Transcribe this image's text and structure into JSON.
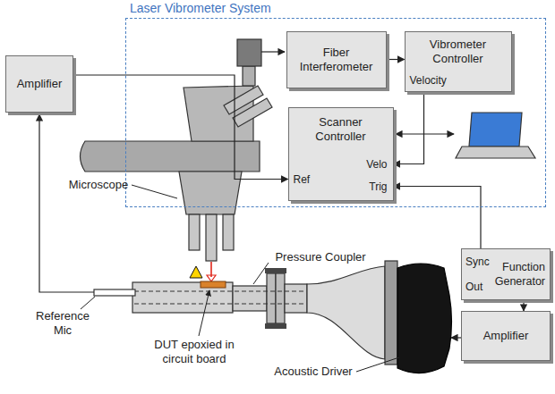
{
  "diagram": {
    "nodes": [
      {
        "text": [
          "Laser Vibrometer System"
        ]
      },
      {
        "text": [
          "Fiber Interferometer"
        ],
        "in": 0
      },
      {
        "text": [
          "Vibrometer Controller",
          "Velocity"
        ],
        "in": 0
      },
      {
        "text": [
          "Amplifier"
        ]
      },
      {
        "text": [
          "Scanner Controller",
          "Ref",
          "Velo",
          "Trig"
        ],
        "in": 0
      },
      {
        "text": [
          "Function Generator",
          "Sync",
          "Out"
        ]
      },
      {
        "text": [
          "Amplifier"
        ]
      }
    ],
    "edges": [
      {
        "from": 1,
        "to": 2,
        "arrow": "to"
      },
      {
        "from": 2,
        "to": 4,
        "arrow": "to"
      },
      {
        "from": 3,
        "to": 4,
        "arrow": "to"
      },
      {
        "from": 5,
        "to": 4,
        "arrow": "to"
      },
      {
        "from": 5,
        "to": 6,
        "arrow": "to"
      }
    ],
    "labels": [
      "Microscope",
      "Pressure Coupler",
      "Reference Mic",
      "DUT epoxied in circuit board",
      "Acoustic Driver"
    ]
  }
}
